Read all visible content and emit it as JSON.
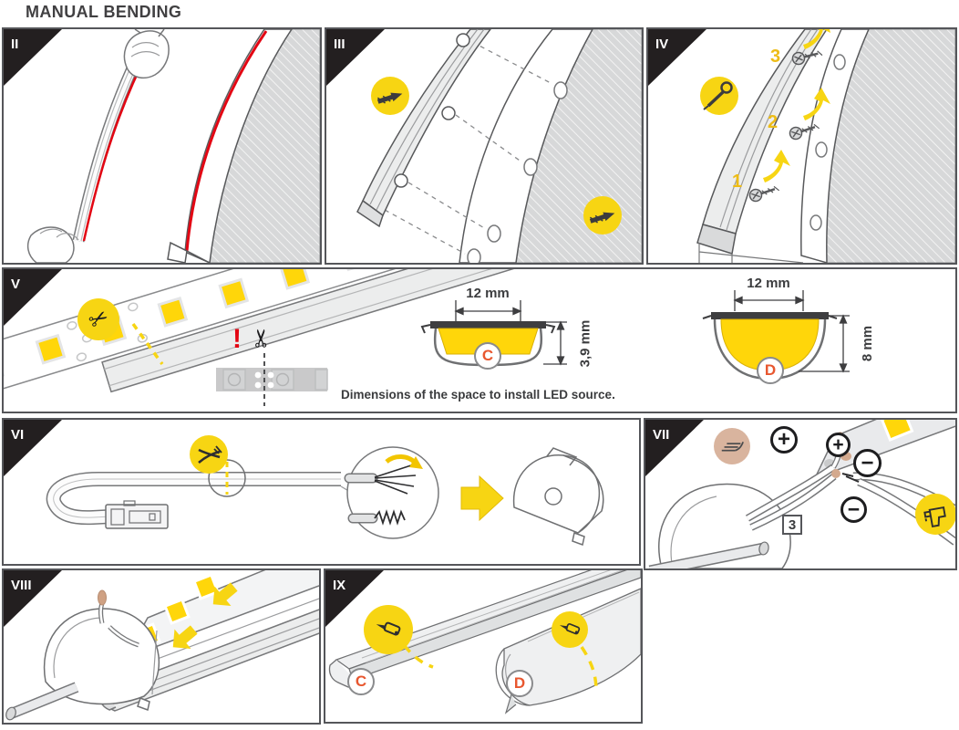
{
  "title": "MANUAL BENDING",
  "colors": {
    "accent_yellow": "#f7d513",
    "led_yellow": "#ffd60a",
    "warning_red": "#e30613",
    "profile_label_orange": "#e8572f",
    "corner_black": "#231f20",
    "solder_tan": "#d3a98e"
  },
  "glyphs": {
    "scissors": "✂"
  },
  "panels": {
    "step2": {
      "numeral": "II"
    },
    "step3": {
      "numeral": "III",
      "icon": "drill-bit"
    },
    "step4": {
      "numeral": "IV",
      "icon": "screwdriver",
      "screw_steps": [
        "1",
        "2",
        "3"
      ]
    },
    "step5": {
      "numeral": "V",
      "icon": "scissors",
      "cut_warning": "!",
      "caption": "Dimensions of the space to install LED source.",
      "profile_c": {
        "label": "C",
        "width": "12 mm",
        "height": "3,9 mm"
      },
      "profile_d": {
        "label": "D",
        "width": "12 mm",
        "height": "8 mm"
      }
    },
    "step6": {
      "numeral": "VI",
      "icon": "wire-cutters"
    },
    "step7": {
      "numeral": "VII",
      "icons": [
        "soldering-iron",
        "glue-gun"
      ],
      "wire_step": "3",
      "polarity_plus": "+",
      "polarity_minus": "−"
    },
    "step8": {
      "numeral": "VIII"
    },
    "step9": {
      "numeral": "IX",
      "icon": "knife",
      "cover_c": "C",
      "cover_d": "D"
    }
  }
}
